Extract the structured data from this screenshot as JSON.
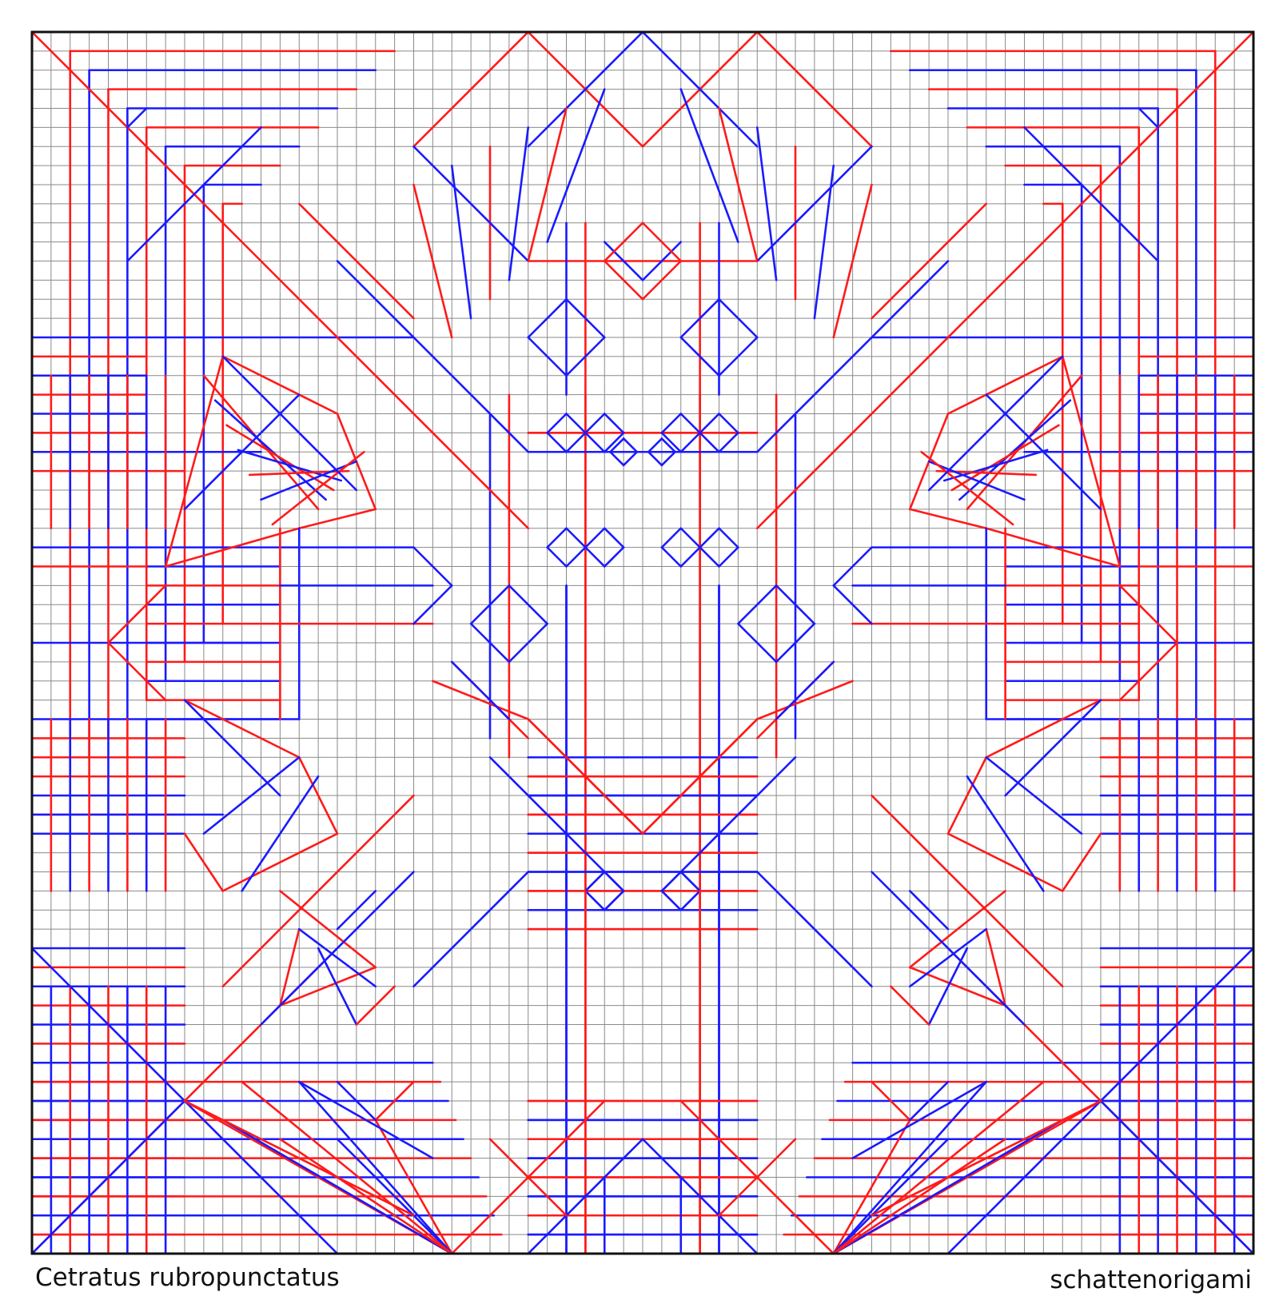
{
  "diagram": {
    "title": "Cetratus rubropunctatus",
    "author": "schattenorigami",
    "grid_divisions": 64,
    "colors": {
      "mountain": "#ff1a1a",
      "valley": "#1a1aff",
      "grid": "#8a8a8a",
      "border": "#111111",
      "background": "#ffffff"
    }
  }
}
